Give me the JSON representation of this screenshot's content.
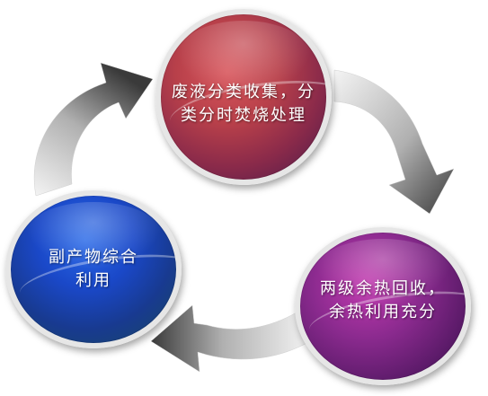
{
  "diagram": {
    "nodes": [
      {
        "id": "top",
        "text": "废液分类收集，分\n类分时焚烧处理"
      },
      {
        "id": "right",
        "text": "两级余热回收，\n余热利用充分"
      },
      {
        "id": "left",
        "text": "副产物综合\n利用"
      }
    ],
    "edges": [
      {
        "from": "top",
        "to": "right"
      },
      {
        "from": "right",
        "to": "left"
      },
      {
        "from": "left",
        "to": "top"
      }
    ],
    "colors": {
      "top_node": "#b8404a",
      "right_node": "#8a2a8e",
      "left_node": "#1a48c8",
      "arrow_dark": "#3a3a3a",
      "arrow_light": "#e8e8e8"
    }
  }
}
